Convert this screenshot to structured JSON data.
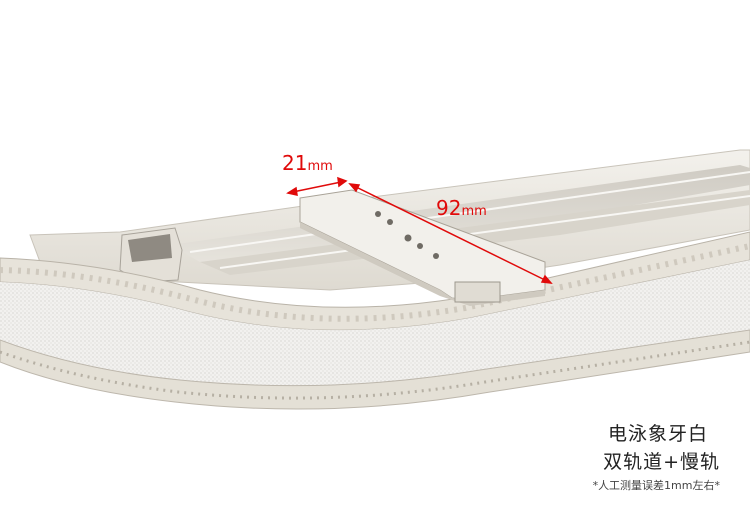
{
  "dimensions": {
    "width_value": "21",
    "width_unit": "mm",
    "length_value": "92",
    "length_unit": "mm"
  },
  "caption": {
    "line1": "电泳象牙白",
    "line2": "双轨道+慢轨",
    "note": "*人工测量误差1mm左右*"
  },
  "colors": {
    "dimension": "#e00a0a",
    "rail": "#e9e5dc",
    "fabric": "#f4f3f1"
  }
}
